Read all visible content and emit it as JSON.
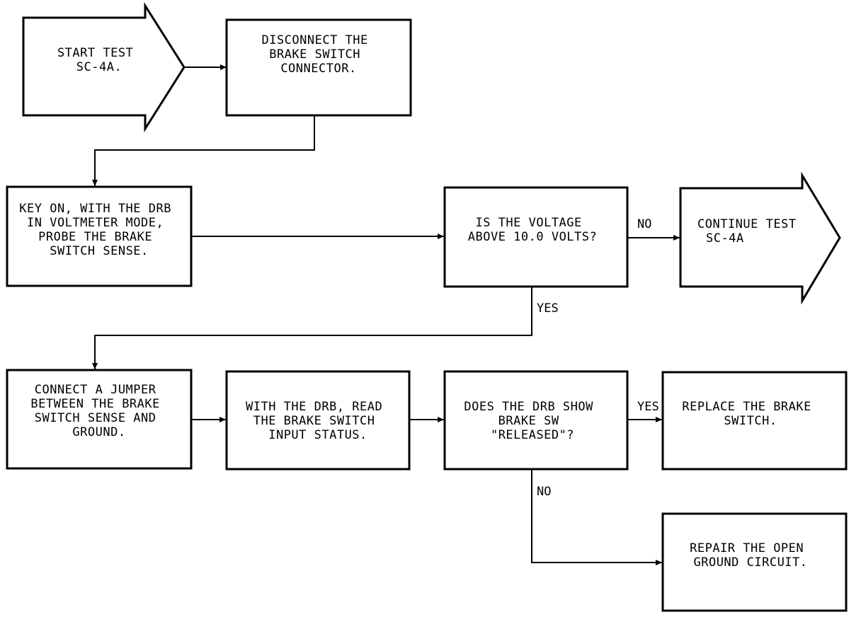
{
  "flowchart": {
    "start": {
      "lines": [
        "START TEST",
        "SC-4A."
      ]
    },
    "disconnect": {
      "lines": [
        "DISCONNECT THE",
        "BRAKE SWITCH",
        "CONNECTOR."
      ]
    },
    "key_on": {
      "lines": [
        "KEY ON, WITH THE DRB",
        "IN VOLTMETER MODE,",
        "PROBE THE BRAKE",
        "SWITCH SENSE."
      ]
    },
    "voltage_check": {
      "lines": [
        "IS THE VOLTAGE",
        "ABOVE 10.0 VOLTS?"
      ]
    },
    "continue": {
      "lines": [
        "CONTINUE TEST",
        "SC-4A"
      ]
    },
    "connect_jumper": {
      "lines": [
        "CONNECT A JUMPER",
        "BETWEEN THE BRAKE",
        "SWITCH SENSE AND",
        "GROUND."
      ]
    },
    "read_status": {
      "lines": [
        "WITH THE DRB, READ",
        "THE BRAKE SWITCH",
        "INPUT STATUS."
      ]
    },
    "released_check": {
      "lines": [
        "DOES THE DRB SHOW",
        "BRAKE SW",
        "\"RELEASED\"?"
      ]
    },
    "replace": {
      "lines": [
        "REPLACE THE BRAKE",
        "SWITCH."
      ]
    },
    "repair": {
      "lines": [
        "REPAIR THE OPEN",
        "GROUND CIRCUIT."
      ]
    },
    "labels": {
      "no_1": "NO",
      "yes_1": "YES",
      "yes_2": "YES",
      "no_2": "NO"
    }
  }
}
